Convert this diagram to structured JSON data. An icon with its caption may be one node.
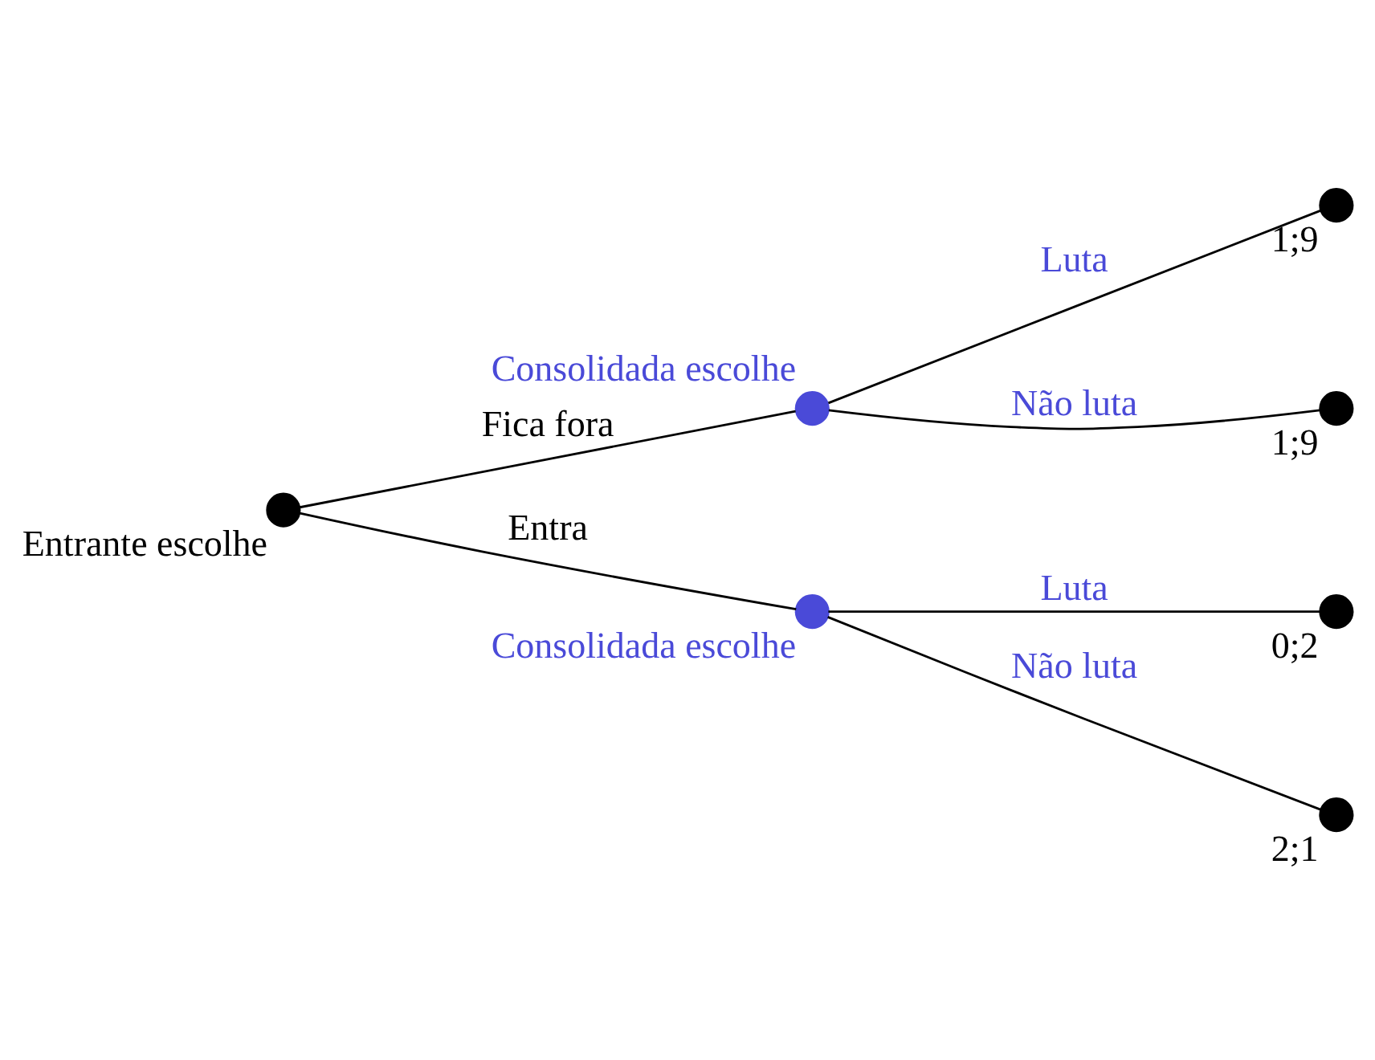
{
  "diagram": {
    "nodes": [
      {
        "text": [],
        "shape": "circle",
        "beside": [
          "Entrante escolhe"
        ]
      },
      {
        "text": [],
        "shape": "circle",
        "beside": [
          "Consolidada escolhe"
        ]
      },
      {
        "text": [],
        "shape": "circle",
        "beside": [
          "1;9"
        ]
      },
      {
        "text": [],
        "shape": "circle",
        "beside": [
          "1;9"
        ]
      },
      {
        "text": [],
        "shape": "circle",
        "beside": [
          "Consolidada escolhe"
        ]
      },
      {
        "text": [],
        "shape": "circle",
        "beside": [
          "0;2"
        ]
      },
      {
        "text": [],
        "shape": "circle",
        "beside": [
          "2;1"
        ]
      }
    ],
    "edges": [
      {
        "from": 0,
        "to": 1,
        "arrow": "none",
        "label": "Fica fora"
      },
      {
        "from": 1,
        "to": 2,
        "arrow": "none",
        "label": "Luta"
      },
      {
        "from": 1,
        "to": 3,
        "arrow": "none",
        "label": "Não luta"
      },
      {
        "from": 0,
        "to": 4,
        "arrow": "none",
        "label": "Entra"
      },
      {
        "from": 4,
        "to": 5,
        "arrow": "none",
        "label": "Luta"
      },
      {
        "from": 4,
        "to": 6,
        "arrow": "none",
        "label": "Não luta"
      }
    ]
  }
}
